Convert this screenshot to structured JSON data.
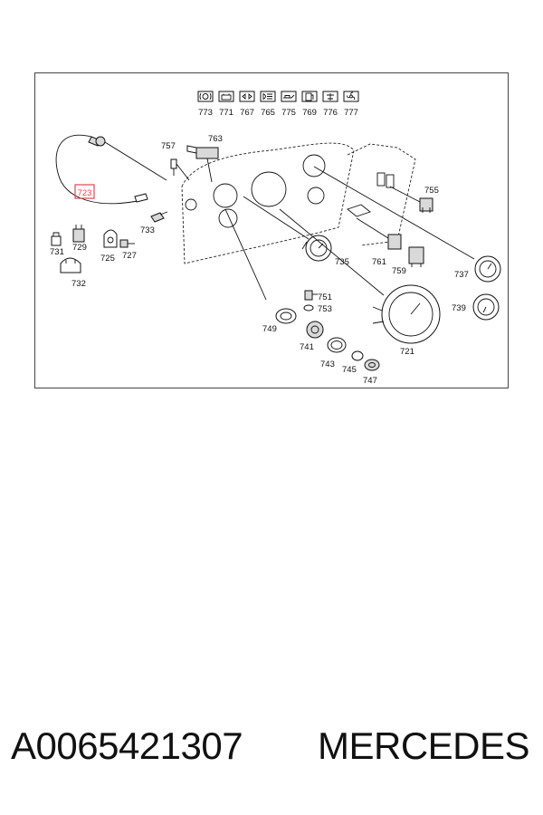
{
  "diagram": {
    "highlighted_callout": "723",
    "highlight_color": "#e0454f",
    "indicator_icons": [
      {
        "icon": "brake-warning-icon",
        "label": "773"
      },
      {
        "icon": "battery-icon",
        "label": "771"
      },
      {
        "icon": "turn-signal-icon",
        "label": "767"
      },
      {
        "icon": "high-beam-icon",
        "label": "765"
      },
      {
        "icon": "oil-icon",
        "label": "775"
      },
      {
        "icon": "fuel-icon",
        "label": "769"
      },
      {
        "icon": "heater-plug-icon",
        "label": "776"
      },
      {
        "icon": "fan-icon",
        "label": "777"
      }
    ],
    "callouts": {
      "c723": "723",
      "c757": "757",
      "c763": "763",
      "c755": "755",
      "c731": "731",
      "c729": "729",
      "c733": "733",
      "c725": "725",
      "c727": "727",
      "c732": "732",
      "c735": "735",
      "c761": "761",
      "c759": "759",
      "c737": "737",
      "c751": "751",
      "c753": "753",
      "c749": "749",
      "c739": "739",
      "c741": "741",
      "c721": "721",
      "c743": "743",
      "c745": "745",
      "c747": "747"
    }
  },
  "caption": {
    "part_number": "A0065421307",
    "brand": "MERCEDES"
  }
}
